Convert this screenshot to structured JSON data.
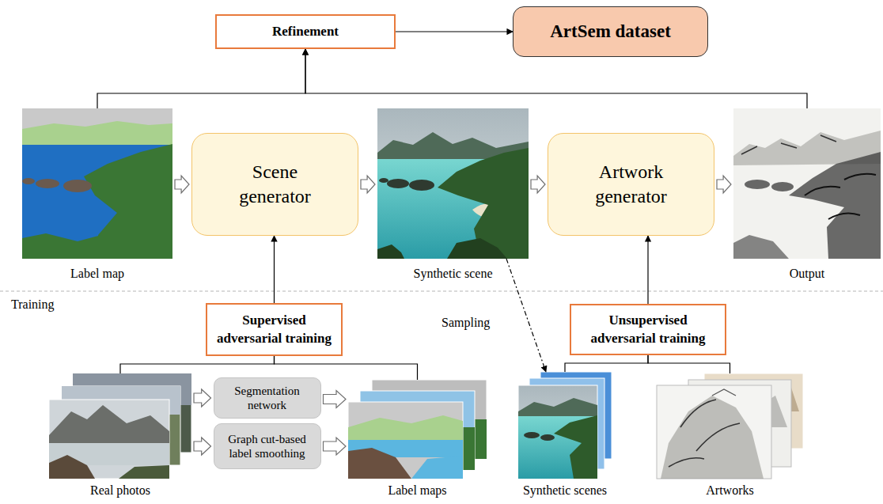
{
  "diagram": {
    "nodes": [
      {
        "text": [
          "Refinement"
        ]
      },
      {
        "text": [
          "ArtSem dataset"
        ]
      },
      {
        "text": [
          "Label map"
        ]
      },
      {
        "text": [
          "Scene generator"
        ]
      },
      {
        "text": [
          "Synthetic scene"
        ]
      },
      {
        "text": [
          "Artwork generator"
        ]
      },
      {
        "text": [
          "Output"
        ]
      },
      {
        "text": [
          "Supervised adversarial training"
        ]
      },
      {
        "text": [
          "Unsupervised adversarial training"
        ]
      },
      {
        "text": [
          "Real photos"
        ]
      },
      {
        "text": [
          "Segmentation network"
        ]
      },
      {
        "text": [
          "Graph cut-based label smoothing"
        ]
      },
      {
        "text": [
          "Label maps"
        ]
      },
      {
        "text": [
          "Synthetic scenes"
        ]
      },
      {
        "text": [
          "Artworks"
        ]
      }
    ],
    "edges": [
      {
        "from": 0,
        "to": 1,
        "arrow": "to"
      },
      {
        "from": 2,
        "to": 0,
        "arrow": "to"
      },
      {
        "from": 6,
        "to": 0,
        "arrow": "to"
      },
      {
        "from": 2,
        "to": 3,
        "arrow": "to"
      },
      {
        "from": 3,
        "to": 4,
        "arrow": "to"
      },
      {
        "from": 4,
        "to": 5,
        "arrow": "to"
      },
      {
        "from": 5,
        "to": 6,
        "arrow": "to"
      },
      {
        "from": 7,
        "to": 3,
        "arrow": "to"
      },
      {
        "from": 8,
        "to": 5,
        "arrow": "to"
      },
      {
        "from": 4,
        "to": 13,
        "label": "Sampling",
        "arrow": "to"
      },
      {
        "from": 7,
        "to": 9,
        "arrow": "none"
      },
      {
        "from": 7,
        "to": 12,
        "arrow": "none"
      },
      {
        "from": 9,
        "to": 10,
        "arrow": "to"
      },
      {
        "from": 9,
        "to": 11,
        "arrow": "to"
      },
      {
        "from": 10,
        "to": 12,
        "arrow": "to"
      },
      {
        "from": 11,
        "to": 12,
        "arrow": "to"
      },
      {
        "from": 8,
        "to": 13,
        "arrow": "none"
      },
      {
        "from": 8,
        "to": 14,
        "arrow": "none"
      }
    ],
    "labels": [
      "Training"
    ]
  }
}
